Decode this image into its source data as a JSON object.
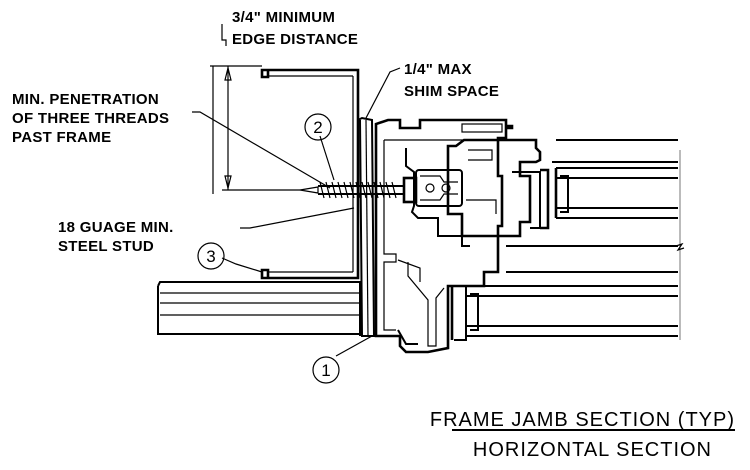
{
  "callouts": {
    "edge_distance_line1": "3/4\" MINIMUM",
    "edge_distance_line2": "EDGE DISTANCE",
    "shim_line1": "1/4\" MAX",
    "shim_line2": "SHIM SPACE",
    "penetration_line1": "MIN. PENETRATION",
    "penetration_line2": "OF THREE THREADS",
    "penetration_line3": "PAST FRAME",
    "stud_line1": "18 GUAGE MIN.",
    "stud_line2": "STEEL STUD"
  },
  "markers": {
    "marker_1": "1",
    "marker_2": "2",
    "marker_3": "3"
  },
  "title": {
    "line1": "FRAME JAMB SECTION (TYP)",
    "line2": "HORIZONTAL SECTION"
  }
}
